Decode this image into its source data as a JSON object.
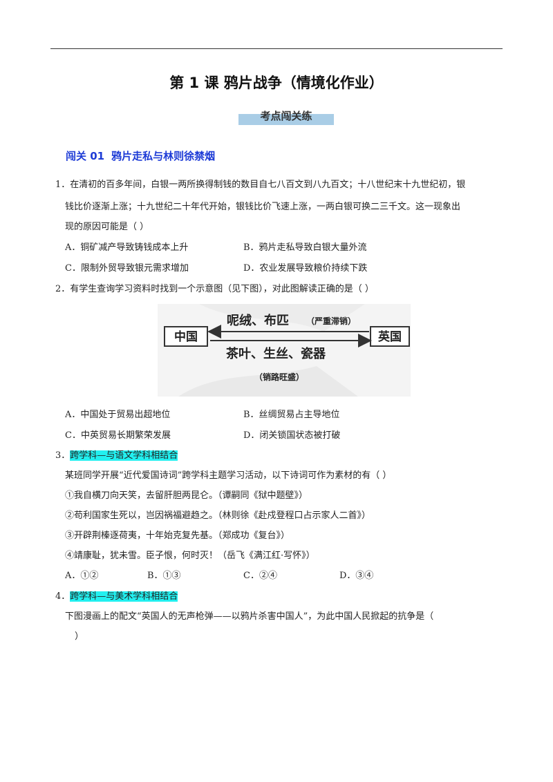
{
  "title": "第 1 课  鸦片战争（情境化作业）",
  "banner": "考点闯关练",
  "section": {
    "label": "闯关 01",
    "title": "鸦片走私与林则徐禁烟"
  },
  "q1": {
    "lines": [
      "1．在清初的百多年间，白银一两所换得制钱的数目自七八百文到八九百文；十八世纪末十九世纪初，银",
      "钱比价逐渐上涨；十九世纪二十年代开始，银钱比价飞速上涨，一两白银可换二三千文。这一现象出",
      "现的原因可能是（          ）"
    ],
    "options": [
      "A．铜矿减产导致铸钱成本上升",
      "B．鸦片走私导致白银大量外流",
      "C．限制外贸导致银元需求增加",
      "D．农业发展导致粮价持续下跌"
    ]
  },
  "q2": {
    "stem": "2．有学生查询学习资料时找到一个示意图（见下图），对此图解读正确的是（          ）",
    "diagram": {
      "left_box": "中国",
      "right_box": "英国",
      "top_text": "呢绒、布匹",
      "top_note": "（严重滞销）",
      "bottom_text": "茶叶、生丝、瓷器",
      "bottom_note": "（销路旺盛）"
    },
    "options": [
      "A．中国处于贸易出超地位",
      "B．丝绸贸易占主导地位",
      "C．中英贸易长期繁荣发展",
      "D．闭关锁国状态被打破"
    ]
  },
  "q3": {
    "number": "3．",
    "tag": "跨学科—与语文学科相结合",
    "stem": "某班同学开展“近代爱国诗词”跨学科主题学习活动，以下诗词可作为素材的有（          ）",
    "items": [
      "①我自横刀向天笑，去留肝胆两昆仑。（谭嗣同《狱中题壁》）",
      "②苟利国家生死以，岂因祸福避趋之。（林则徐《赴戍登程口占示家人二首》）",
      "③开辟荆榛逐荷夷，十年始克复先基。（郑成功《复台》）",
      "④靖康耻，犹未雪。臣子恨，何时灭！（岳飞《满江红·写怀》）"
    ],
    "options": [
      "A．①②",
      "B．①③",
      "C．②④",
      "D．③④"
    ]
  },
  "q4": {
    "number": "4．",
    "tag": "跨学科—与美术学科相结合",
    "stem_lines": [
      "下图漫画上的配文“英国人的无声枪弹——以鸦片杀害中国人”，为此中国人民掀起的抗争是（",
      "）"
    ]
  }
}
